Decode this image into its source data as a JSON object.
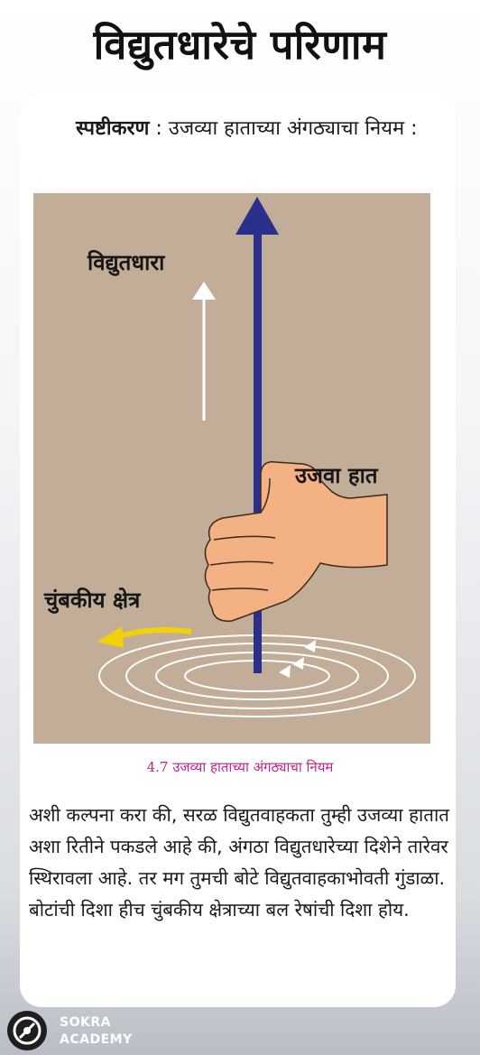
{
  "page": {
    "title": "विद्युतधारेचे परिणाम"
  },
  "explanation": {
    "lead": "स्पष्टीकरण",
    "text": " : उजव्या हाताच्या अंगठ्याचा नियम :"
  },
  "figure": {
    "label_current": "विद्युतधारा",
    "label_hand": "उजवा हात",
    "label_field": "चुंबकीय क्षेत्र",
    "colors": {
      "background": "#c2ad98",
      "conductor": "#2b2f8c",
      "hand": "#f4b183",
      "field_arrow": "#f2d00c"
    }
  },
  "caption": "4.7  उजव्या हाताच्या अंगठ्याचा नियम",
  "paragraph": "अशी कल्पना करा की, सरळ विद्युतवाहकता तुम्ही उजव्या हातात अशा रितीने पकडले आहे की, अंगठा विद्युतधारेच्या दिशेने तारेवर स्थिरावला आहे. तर मग तुमची बोटे विद्युतवाहकाभोवती गुंडाळा. बोटांची दिशा हीच चुंबकीय क्षेत्राच्या बल रेषांची दिशा होय.",
  "brand": {
    "line1": "SOKRA",
    "line2": "ACADEMY"
  }
}
